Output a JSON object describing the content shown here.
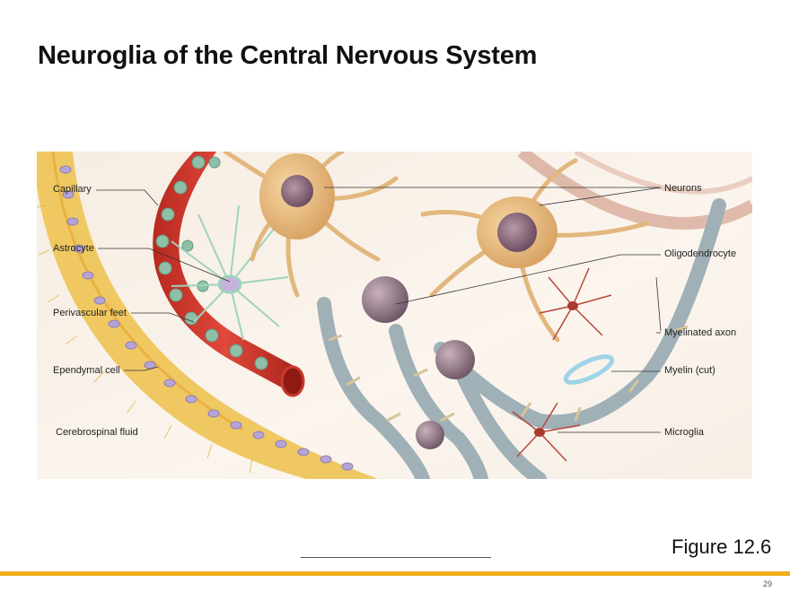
{
  "slide": {
    "title": "Neuroglia of the Central Nervous System",
    "figure_label": "Figure 12.6",
    "page_number": "29",
    "accent_color": "#f0ad1c"
  },
  "labels": {
    "left": {
      "capillary": "Capillary",
      "astrocyte": "Astrocyte",
      "perivascular_feet": "Perivascular feet",
      "ependymal_cell": "Ependymal cell",
      "cerebrospinal_fluid": "Cerebrospinal fluid"
    },
    "right": {
      "neurons": "Neurons",
      "oligodendrocyte": "Oligodendrocyte",
      "myelinated_axon": "Myelinated axon",
      "myelin_cut": "Myelin (cut)",
      "microglia": "Microglia"
    }
  }
}
